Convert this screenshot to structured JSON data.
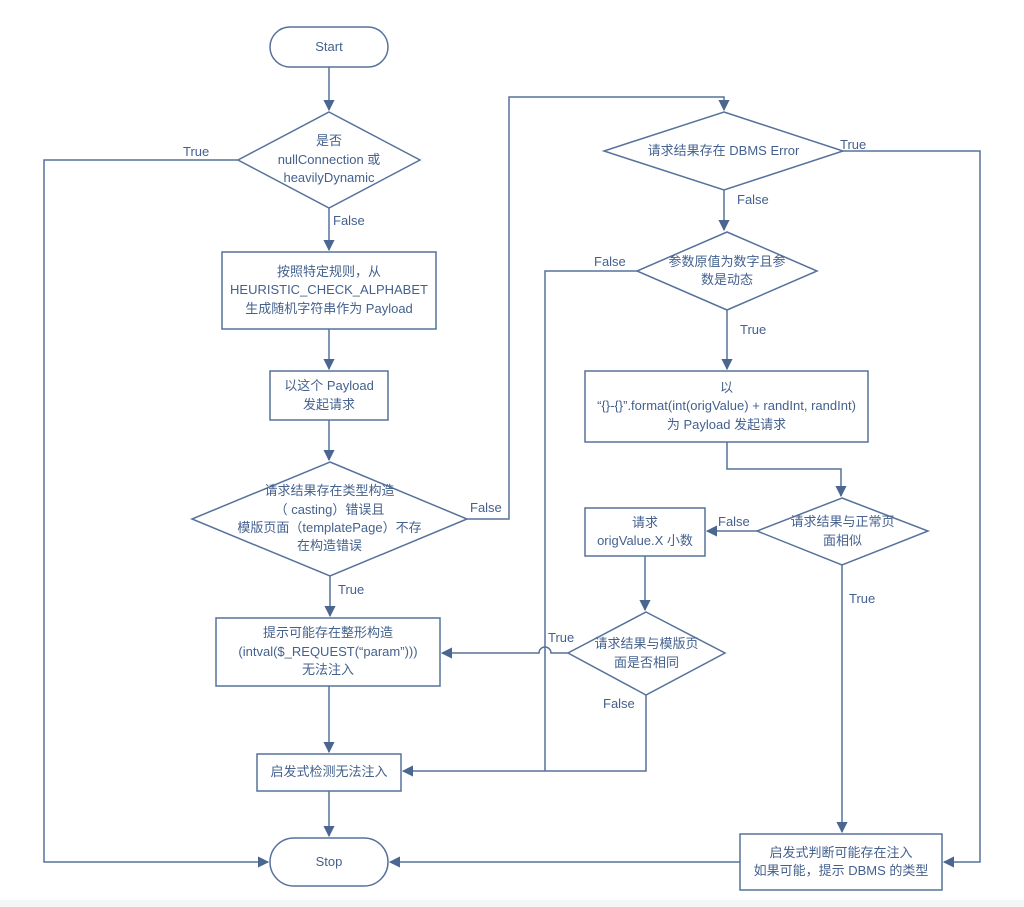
{
  "diagram": {
    "title_hint": "heuristic-sql-injection-detection-flowchart",
    "colors": {
      "line": "#56729c",
      "text": "#44618e",
      "background": "#ffffff"
    },
    "nodes": {
      "start": {
        "type": "terminator",
        "label": "Start"
      },
      "decision_null_connection": {
        "type": "decision",
        "label": "是否\nnullConnection 或\nheavilyDynamic"
      },
      "process_generate_payload": {
        "type": "process",
        "label": "按照特定规则，从\nHEURISTIC_CHECK_ALPHABET\n生成随机字符串作为 Payload"
      },
      "process_send_request": {
        "type": "process",
        "label": "以这个 Payload\n发起请求"
      },
      "decision_casting_error": {
        "type": "decision",
        "label": "请求结果存在类型构造\n（ casting）错误且\n模版页面（templatePage）不存\n在构造错误"
      },
      "process_intval_hint": {
        "type": "process",
        "label": "提示可能存在整形构造\n(intval($_REQUEST(“param”)))\n无法注入"
      },
      "process_heuristic_fail": {
        "type": "process",
        "label": "启发式检测无法注入"
      },
      "stop": {
        "type": "terminator",
        "label": "Stop"
      },
      "decision_dbms_error": {
        "type": "decision",
        "label": "请求结果存在 DBMS Error"
      },
      "decision_numeric_dynamic": {
        "type": "decision",
        "label": "参数原值为数字且参\n数是动态"
      },
      "process_format_payload": {
        "type": "process",
        "label": "以\n“{}-{}”.format(int(origValue) + randInt, randInt)\n为 Payload 发起请求"
      },
      "decision_similar_normal_page": {
        "type": "decision",
        "label": "请求结果与正常页\n面相似"
      },
      "process_request_decimal": {
        "type": "process",
        "label": "请求\norigValue.X 小数"
      },
      "decision_same_as_template": {
        "type": "decision",
        "label": "请求结果与模版页\n面是否相同"
      },
      "process_possible_injection": {
        "type": "process",
        "label": "启发式判断可能存在注入\n如果可能，提示 DBMS 的类型"
      }
    },
    "edge_labels": {
      "null_connection_true": "True",
      "null_connection_false": "False",
      "casting_false": "False",
      "casting_true": "True",
      "dbms_true": "True",
      "dbms_false": "False",
      "numeric_false": "False",
      "numeric_true": "True",
      "similar_false": "False",
      "similar_true": "True",
      "template_true": "True",
      "template_false": "False"
    }
  }
}
